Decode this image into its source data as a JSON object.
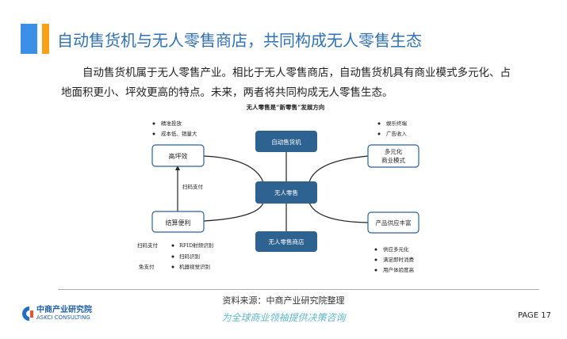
{
  "header": {
    "title": "自动售货机与无人零售商店，共同构成无人零售生态",
    "accent_blue": "#3b8fe6",
    "accent_orange": "#f7a11a"
  },
  "body": {
    "line1": "自动售货机属于无人零售产业。相比于无人零售商店，自动售货机具有商业模式多元化、占",
    "line2": "地面积更小、坪效更高的特点。未来，两者将共同构成无人零售生态。"
  },
  "diagram": {
    "title": "无人零售是“新零售”发展方向",
    "center_nodes": {
      "top": "自动售货机",
      "middle": "无人零售",
      "bottom": "无人零售商店"
    },
    "left_top": {
      "label": "高坪效",
      "bullets": [
        "精准投放",
        "成本低、销量大"
      ]
    },
    "left_bottom": {
      "label": "结算便利",
      "arrow_label": "扫码支付",
      "groups": [
        {
          "label": "扫码支付",
          "bullets": [
            "RFID射频识别",
            "扫码识别"
          ]
        },
        {
          "label": "免支付",
          "bullets": [
            "机器视觉识别"
          ]
        }
      ]
    },
    "right_top": {
      "label_line1": "多元化",
      "label_line2": "商业模式",
      "bullets": [
        "娱乐终端",
        "广告收入"
      ]
    },
    "right_bottom": {
      "label": "产品供应丰富",
      "bullets": [
        "供应多元化",
        "满足即时消费",
        "用户体验度高"
      ]
    },
    "node_color": "#2e6291"
  },
  "footer": {
    "source": "资料来源：中商产业研究院整理",
    "slogan": "为全球商业领袖提供决策咨询",
    "logo_cn": "中商产业研究院",
    "logo_en": "ASKCI CONSULTING",
    "page": "PAGE  17"
  }
}
